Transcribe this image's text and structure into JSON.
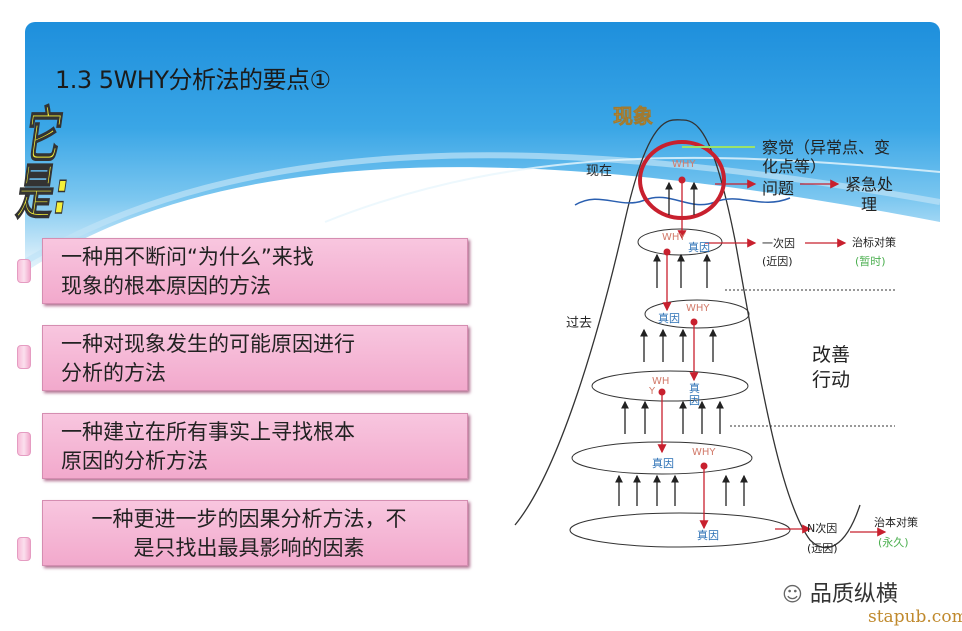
{
  "title": "1.3 5WHY分析法的要点①",
  "it_is": "它是:",
  "definitions": [
    {
      "line1": "一种用不断问“为什么”来找",
      "line2": "现象的根本原因的方法"
    },
    {
      "line1": "一种对现象发生的可能原因进行",
      "line2": "分析的方法"
    },
    {
      "line1": "一种建立在所有事实上寻找根本",
      "line2": "原因的分析方法"
    },
    {
      "line1": "一种更进一步的因果分析方法，不",
      "line2": "是只找出最具影响的因素"
    }
  ],
  "diagram": {
    "phenomenon": "现象",
    "now": "现在",
    "past": "过去",
    "notice_line1": "察觉（异常点、变",
    "notice_line2": "化点等）",
    "problem": "问题",
    "urgent_line1": "紧急处",
    "urgent_line2": "理",
    "why": "WHY",
    "why_split1": "WH",
    "why_split2": "Y",
    "true_cause": "真因",
    "true_cause_split1": "真",
    "true_cause_split2": "因",
    "primary_cause": "一次因",
    "near_cause": "(近因)",
    "symptom_fix": "治标对策",
    "temporary": "(暂时)",
    "improve_line1": "改善",
    "improve_line2": "行动",
    "n_cause": "N次因",
    "far_cause": "(远因)",
    "root_fix": "治本对策",
    "permanent": "(永久)"
  },
  "watermark": {
    "brand": "品质纵横",
    "site": "stapub.com"
  },
  "colors": {
    "accent_red": "#c8202e",
    "arrow_dark": "#222222",
    "green": "#4caf50",
    "blue_text": "#2a6fb5"
  }
}
